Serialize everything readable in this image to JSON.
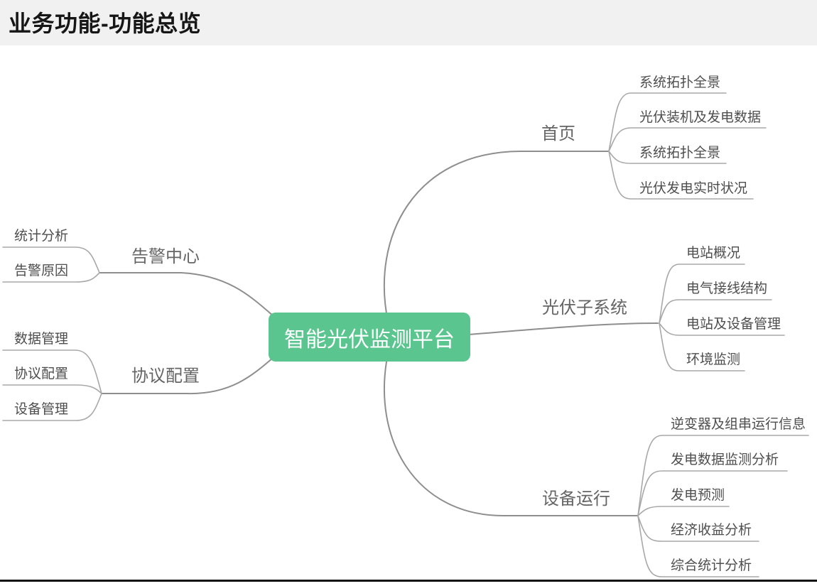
{
  "page": {
    "title": "业务功能-功能总览"
  },
  "colors": {
    "header_bg": "#f1f1f2",
    "root_fill": "#5ac58f",
    "root_text": "#ffffff",
    "branch_line": "#8e8e8e",
    "leaf_line": "#a8a8a8",
    "branch_text": "#656565",
    "leaf_text": "#4e4e4e",
    "title_text": "#161616",
    "bottom_rule": "#101010"
  },
  "mindmap": {
    "root": {
      "label": "智能光伏监测平台"
    },
    "right_branches": [
      {
        "label": "首页",
        "children": [
          "系统拓扑全景",
          "光伏装机及发电数据",
          "系统拓扑全景",
          "光伏发电实时状况"
        ]
      },
      {
        "label": "光伏子系统",
        "children": [
          "电站概况",
          "电气接线结构",
          "电站及设备管理",
          "环境监测"
        ]
      },
      {
        "label": "设备运行",
        "children": [
          "逆变器及组串运行信息",
          "发电数据监测分析",
          "发电预测",
          "经济收益分析",
          "综合统计分析"
        ]
      }
    ],
    "left_branches": [
      {
        "label": "告警中心",
        "children": [
          "统计分析",
          "告警原因"
        ]
      },
      {
        "label": "协议配置",
        "children": [
          "数据管理",
          "协议配置",
          "设备管理"
        ]
      }
    ]
  }
}
